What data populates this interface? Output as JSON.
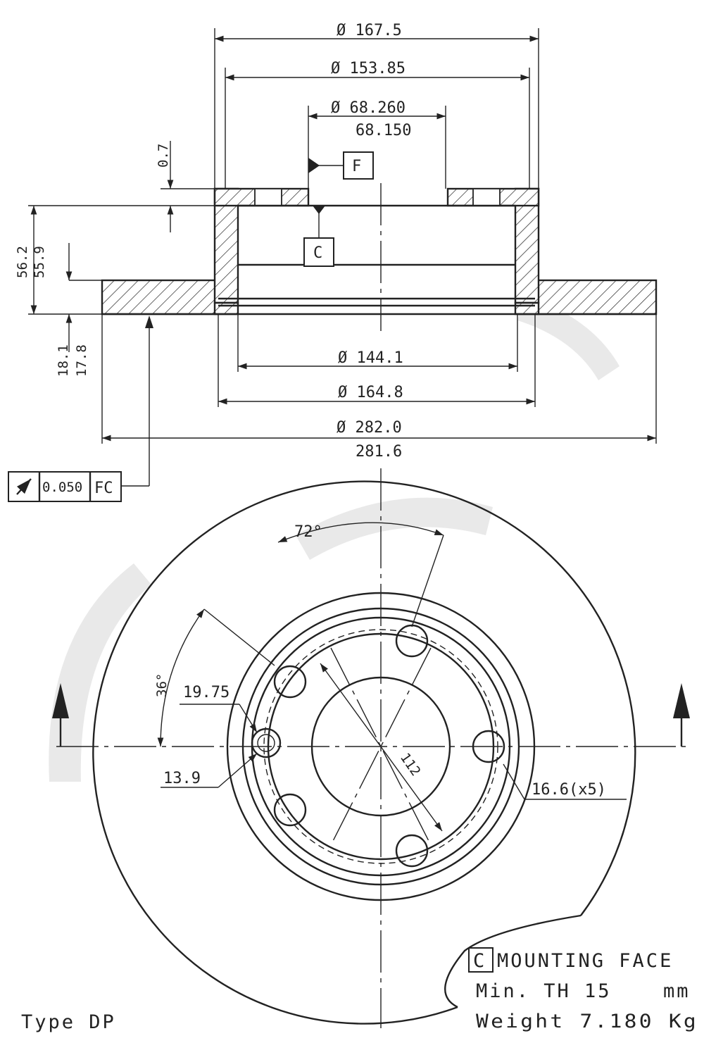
{
  "dimensions": {
    "d_outer_hat": "Ø 167.5",
    "d_inner_hat": "Ø 153.85",
    "d_bore_max": "Ø 68.260",
    "d_bore_min": "68.150",
    "d_friction_inner": "Ø 144.1",
    "d_hat_base": "Ø 164.8",
    "d_disc_max": "Ø 282.0",
    "d_disc_min": "281.6",
    "flange_thickness": "0.7",
    "total_height_max": "56.2",
    "total_height_min": "55.9",
    "disc_thickness_max": "18.1",
    "disc_thickness_min": "17.8",
    "bolt_angle": "72°",
    "offset_angle": "36°",
    "hole_pitch_dim": "19.75",
    "hole_dia_small": "13.9",
    "hole_dia_large": "16.6(x5)",
    "bolt_circle": "112"
  },
  "datums": {
    "datum_f": "F",
    "datum_c": "C"
  },
  "tolerance_frame": {
    "value": "0.050",
    "reference": "FC"
  },
  "info_box": {
    "datum_letter": "C",
    "mounting_face": "MOUNTING FACE",
    "min_th_label": "Min. TH 15",
    "min_th_unit": "mm",
    "weight": "Weight 7.180 Kg"
  },
  "footer": {
    "type_label": "Type DP"
  },
  "colors": {
    "ink": "#222222",
    "background": "#ffffff",
    "watermark": "#cfcfcf"
  }
}
